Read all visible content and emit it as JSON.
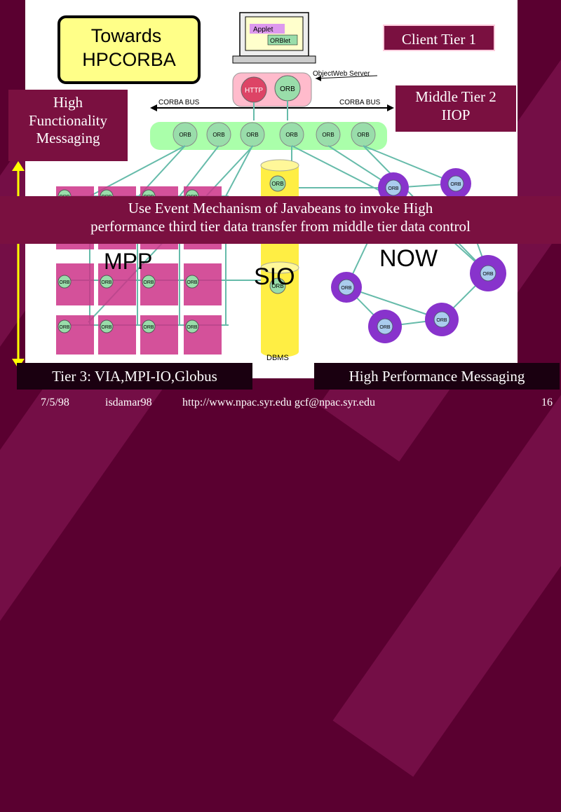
{
  "slide": {
    "title": "Towards HPCORBA",
    "title_lines": [
      "Towards",
      "HPCORBA"
    ],
    "client_tier": "Client Tier 1",
    "middle_tier": "Middle Tier 2\nIIOP",
    "middle_tier_lines": [
      "Middle Tier 2",
      "IIOP"
    ],
    "high_functionality": "High\nFunctionality\nMessaging",
    "high_functionality_lines": [
      "High",
      "Functionality",
      "Messaging"
    ],
    "event_note_lines": [
      "Use Event Mechanism of Javabeans to invoke High",
      "performance third tier data transfer from middle tier data control"
    ],
    "tier3": "Tier 3: VIA,MPI-IO,Globus",
    "high_perf": "High Performance Messaging"
  },
  "diagram": {
    "client": {
      "applet": "Applet",
      "orblet": "ORBlet"
    },
    "objectweb_server": "ObjectWeb Server",
    "http": "HTTP",
    "orb": "ORB",
    "corba_bus_left": "CORBA BUS",
    "corba_bus_right": "CORBA BUS",
    "mpp": "MPP",
    "sio": "SIO",
    "now": "NOW",
    "dbms": "DBMS"
  },
  "footer": {
    "date": "7/5/98",
    "author": "isdamar98",
    "url": "http://www.npac.syr.edu gcf@npac.syr.edu",
    "page": "16"
  },
  "colors": {
    "background": "#5a0030",
    "label_maroon": "#7a1040",
    "label_dark": "#1a0010",
    "title_box": "#ffff88",
    "orb_green": "#99ddaa",
    "bus_green": "#aaffaa",
    "mpp_magenta": "#cc3388",
    "now_purple": "#8833cc",
    "dbms_yellow": "#ffee44",
    "link_teal": "#66bbaa"
  }
}
